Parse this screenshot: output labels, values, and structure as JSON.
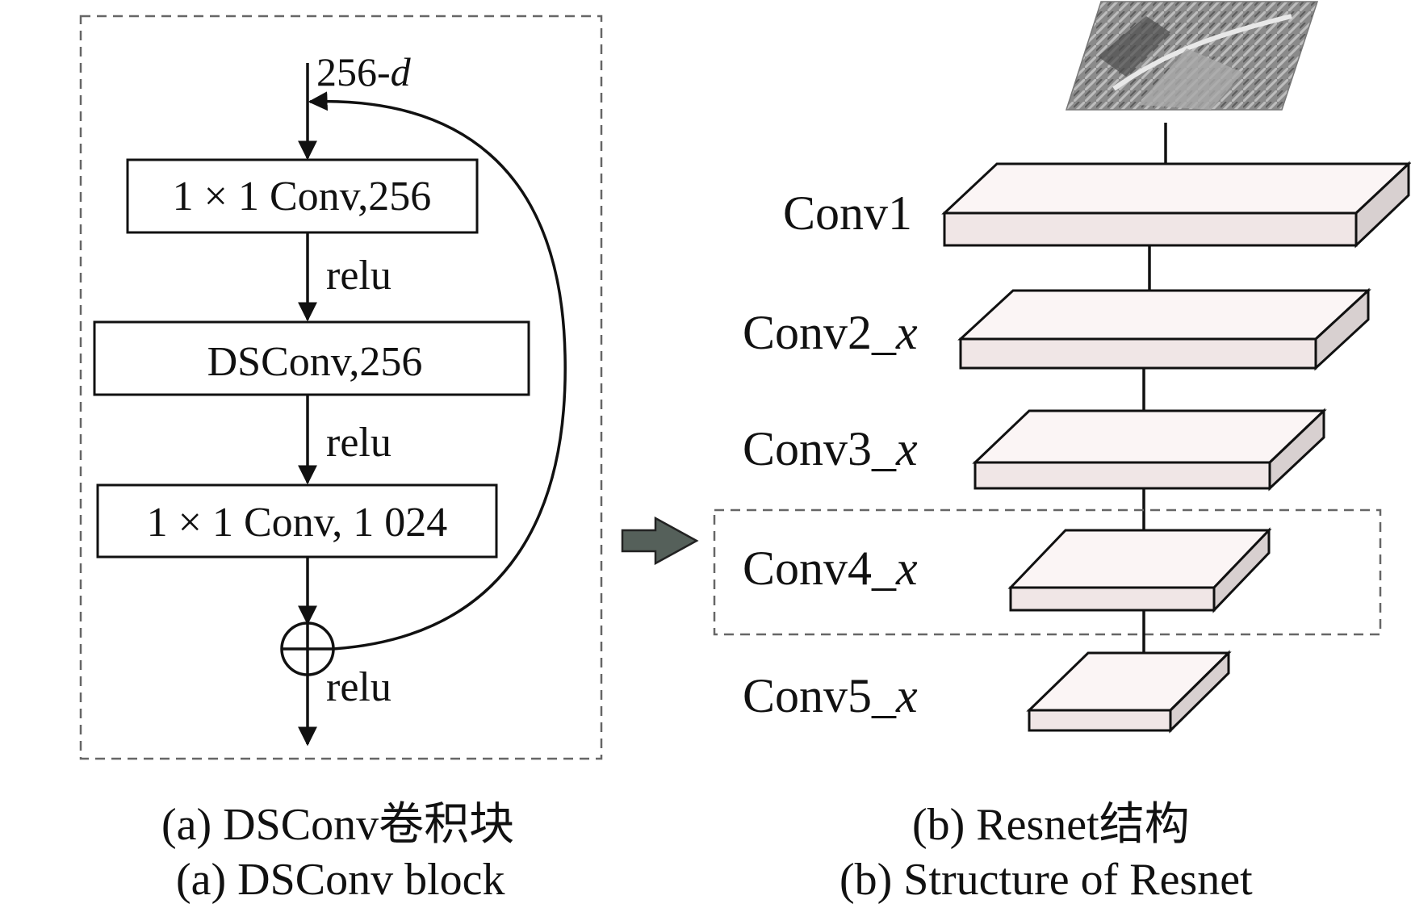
{
  "block": {
    "input_label": "256-",
    "input_label_italic": "d",
    "conv1_label": "1 × 1 Conv,256",
    "relu1": "relu",
    "dsconv_label": "DSConv,256",
    "relu2": "relu",
    "conv3_label": "1 × 1 Conv, 1 024",
    "relu_out": "relu",
    "caption_cn": "(a) DSConv卷积块",
    "caption_en": "(a) DSConv block"
  },
  "resnet": {
    "layers": [
      {
        "name": "Conv1",
        "suffix": ""
      },
      {
        "name": "Conv2_",
        "suffix": "x"
      },
      {
        "name": "Conv3_",
        "suffix": "x"
      },
      {
        "name": "Conv4_",
        "suffix": "x"
      },
      {
        "name": "Conv5_",
        "suffix": "x"
      }
    ],
    "highlighted_layer": "Conv4_x",
    "caption_cn": "(b) Resnet结构",
    "caption_en": "(b) Structure of Resnet"
  },
  "colors": {
    "slab_top": "#fbf5f5",
    "slab_front": "#f0e6e6",
    "slab_side": "#d8d0d0",
    "dash": "#666666",
    "transition_arrow": "#55605a"
  }
}
